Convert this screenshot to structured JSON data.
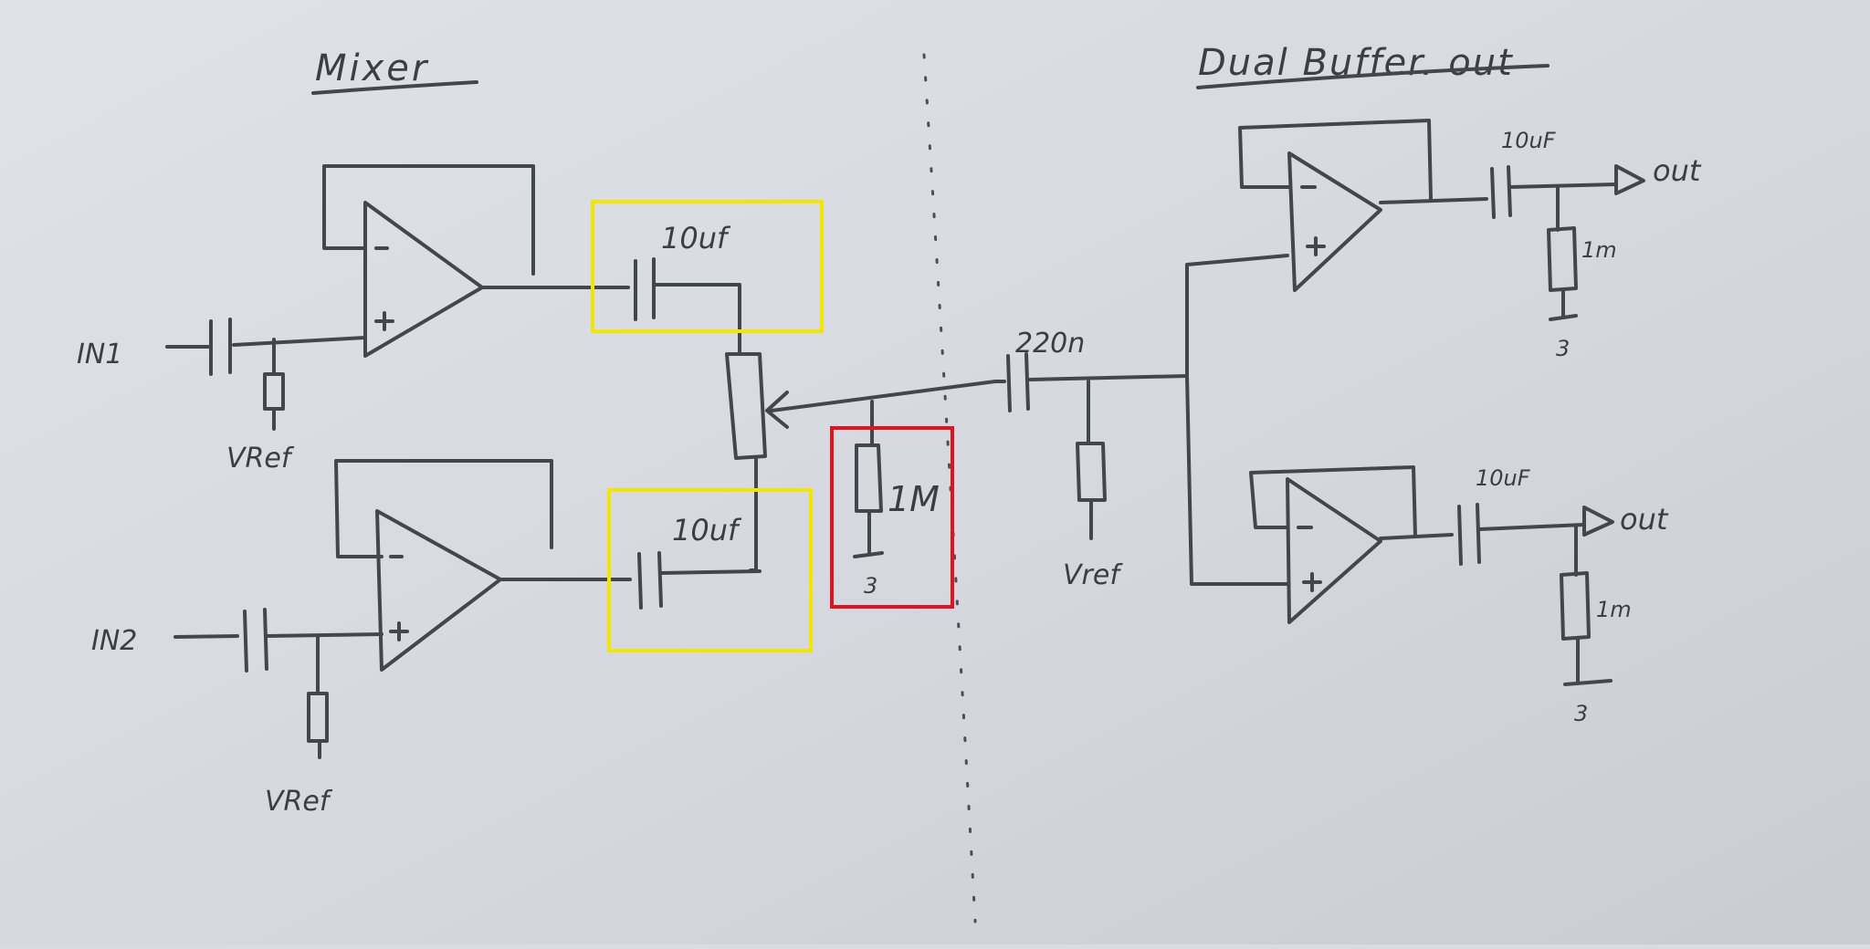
{
  "sections": {
    "mixer_title": "Mixer",
    "buffer_title": "Dual Buffer. out"
  },
  "labels": {
    "in1": "IN1",
    "in2": "IN2",
    "vref1": "VRef",
    "vref2": "VRef",
    "vref3": "Vref",
    "cap_top": "10uf",
    "cap_bottom": "10uf",
    "cap_mid": "220n",
    "res_1m": "1M",
    "cap_out1": "10uF",
    "cap_out2": "10uF",
    "out1": "out",
    "out2": "out",
    "res_out1": "1m",
    "res_out2": "1m",
    "opamp_minus": "-",
    "opamp_plus": "+"
  },
  "highlights": {
    "yellow": "#f2e600",
    "red": "#e0141e"
  }
}
